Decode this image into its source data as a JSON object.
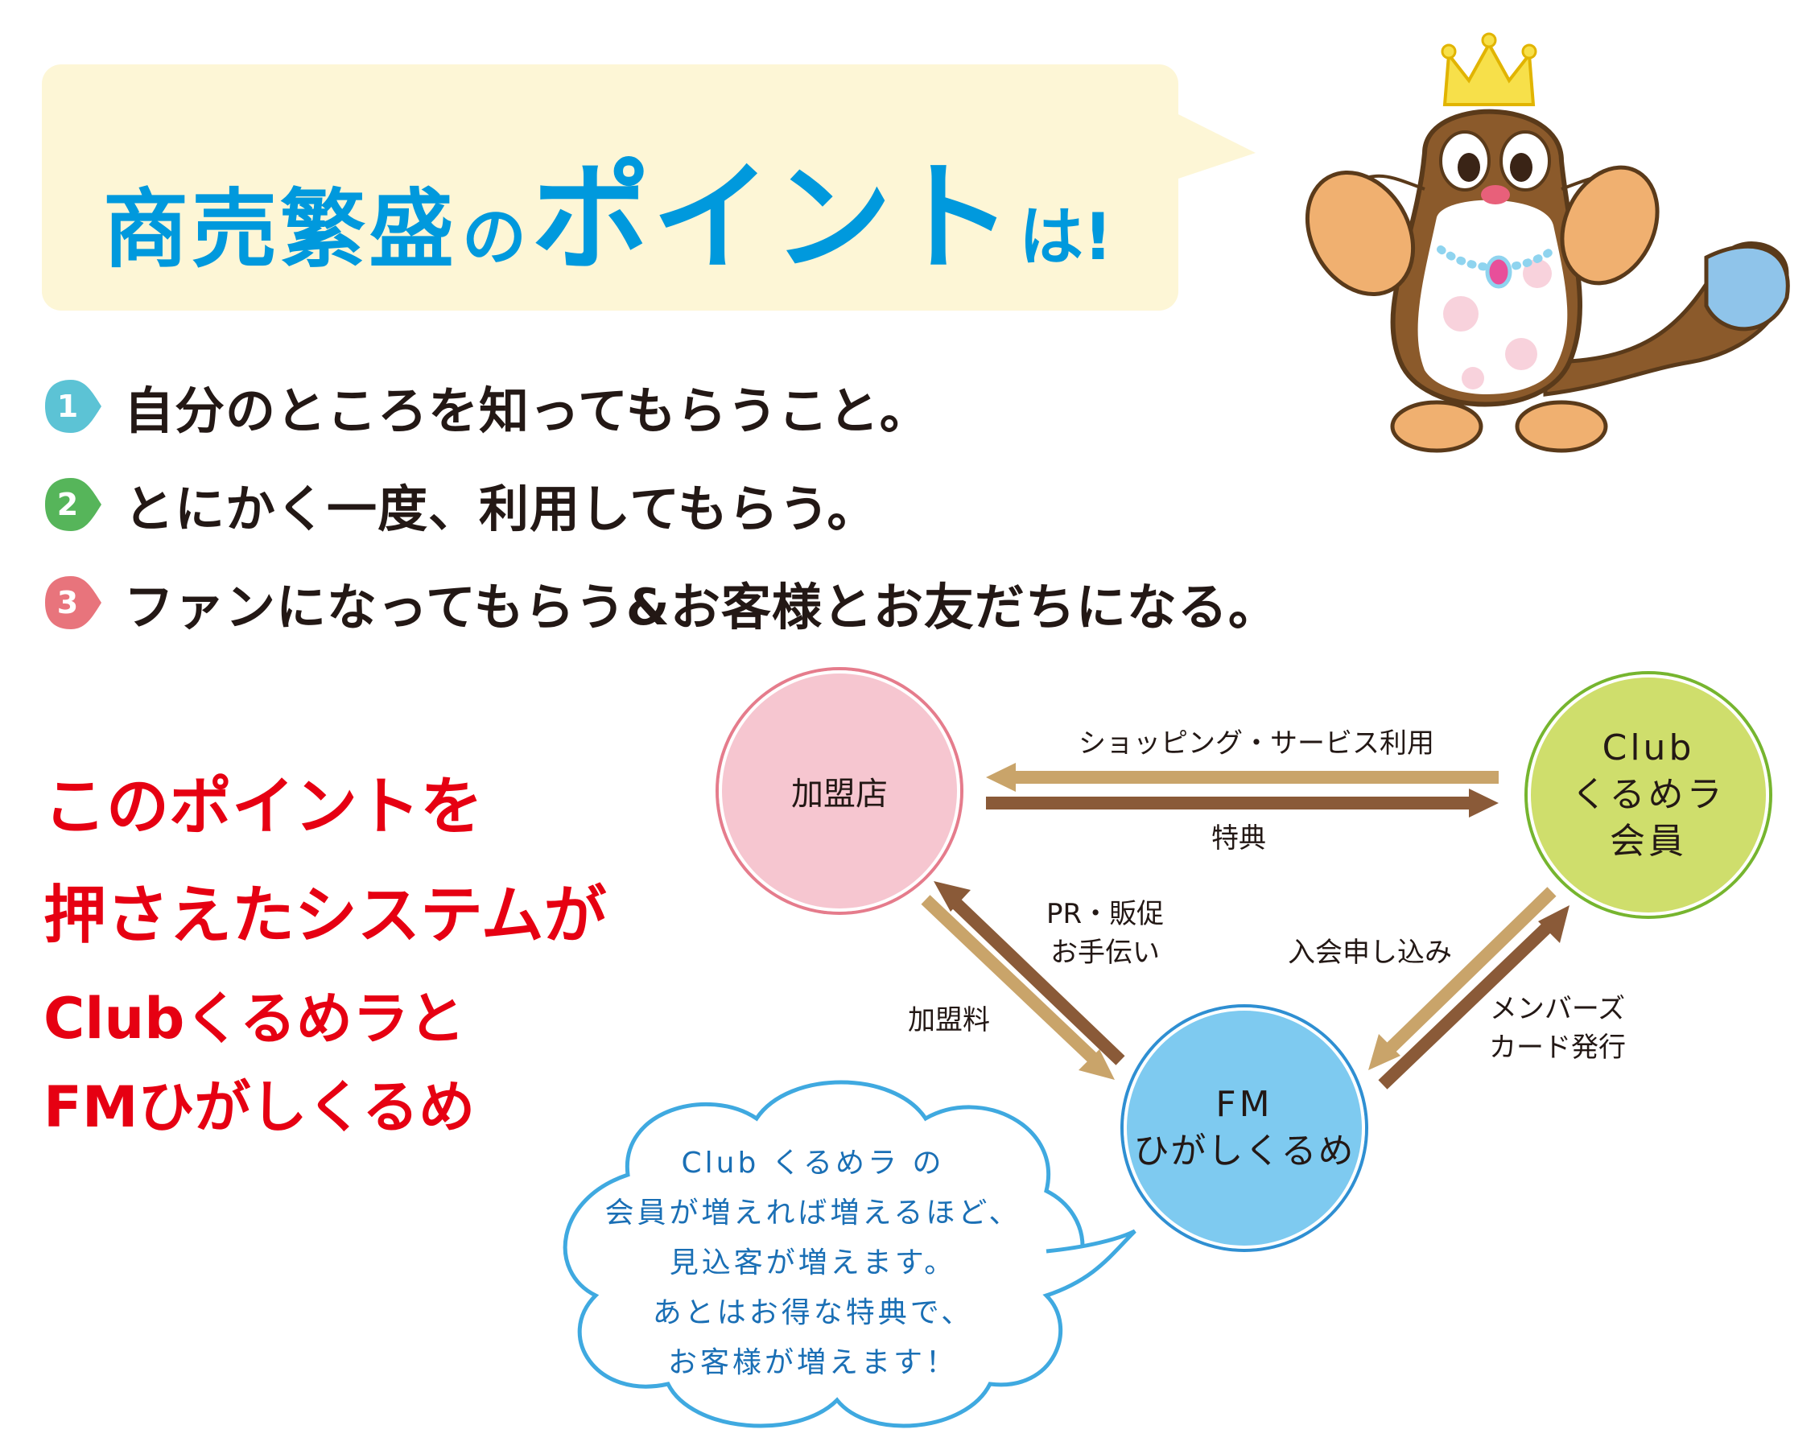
{
  "headline": {
    "part1": "商売繁盛",
    "part2": "の",
    "part3": "ポイント",
    "part4": "は!"
  },
  "points": [
    {
      "number": "1",
      "text": "自分のところを知ってもらうこと。",
      "color": "#5cc3d5"
    },
    {
      "number": "2",
      "text": "とにかく一度、利用してもらう。",
      "color": "#56b55a"
    },
    {
      "number": "3",
      "text": "ファンになってもらう&お客様とお友だちになる。",
      "color": "#e8747c"
    }
  ],
  "statement": {
    "line1": "このポイントを",
    "line2": "押さえたシステムが",
    "line3": "Clubくるめラと",
    "line4": "FMひがしくるめ"
  },
  "nodes": {
    "store": {
      "label": "加盟店",
      "fill": "#f6c6d0",
      "stroke": "#e57c8c"
    },
    "member": {
      "line1": "Club",
      "line2": "くるめラ",
      "line3": "会員",
      "fill": "#cfde6c",
      "stroke": "#76b52f"
    },
    "fm": {
      "line1": "FM",
      "line2": "ひがしくるめ",
      "fill": "#7ecaf0",
      "stroke": "#2f8fd2"
    }
  },
  "edge_labels": {
    "shopping": "ショッピング・サービス利用",
    "benefit": "特典",
    "pr": [
      "PR・販促",
      "お手伝い"
    ],
    "fee": "加盟料",
    "join": "入会申し込み",
    "card": [
      "メンバーズ",
      "カード発行"
    ]
  },
  "cloud": {
    "lines": [
      "Club くるめラ の",
      "会員が増えれば増えるほど、",
      "見込客が増えます。",
      "あとはお得な特典で、",
      "お客様が増えます！"
    ]
  },
  "colors": {
    "headline_blue": "#0099dd",
    "statement_red": "#e60012",
    "arrow_light": "#c9a46a",
    "arrow_dark": "#8a5a38",
    "cloud_blue": "#1a6fb5"
  }
}
